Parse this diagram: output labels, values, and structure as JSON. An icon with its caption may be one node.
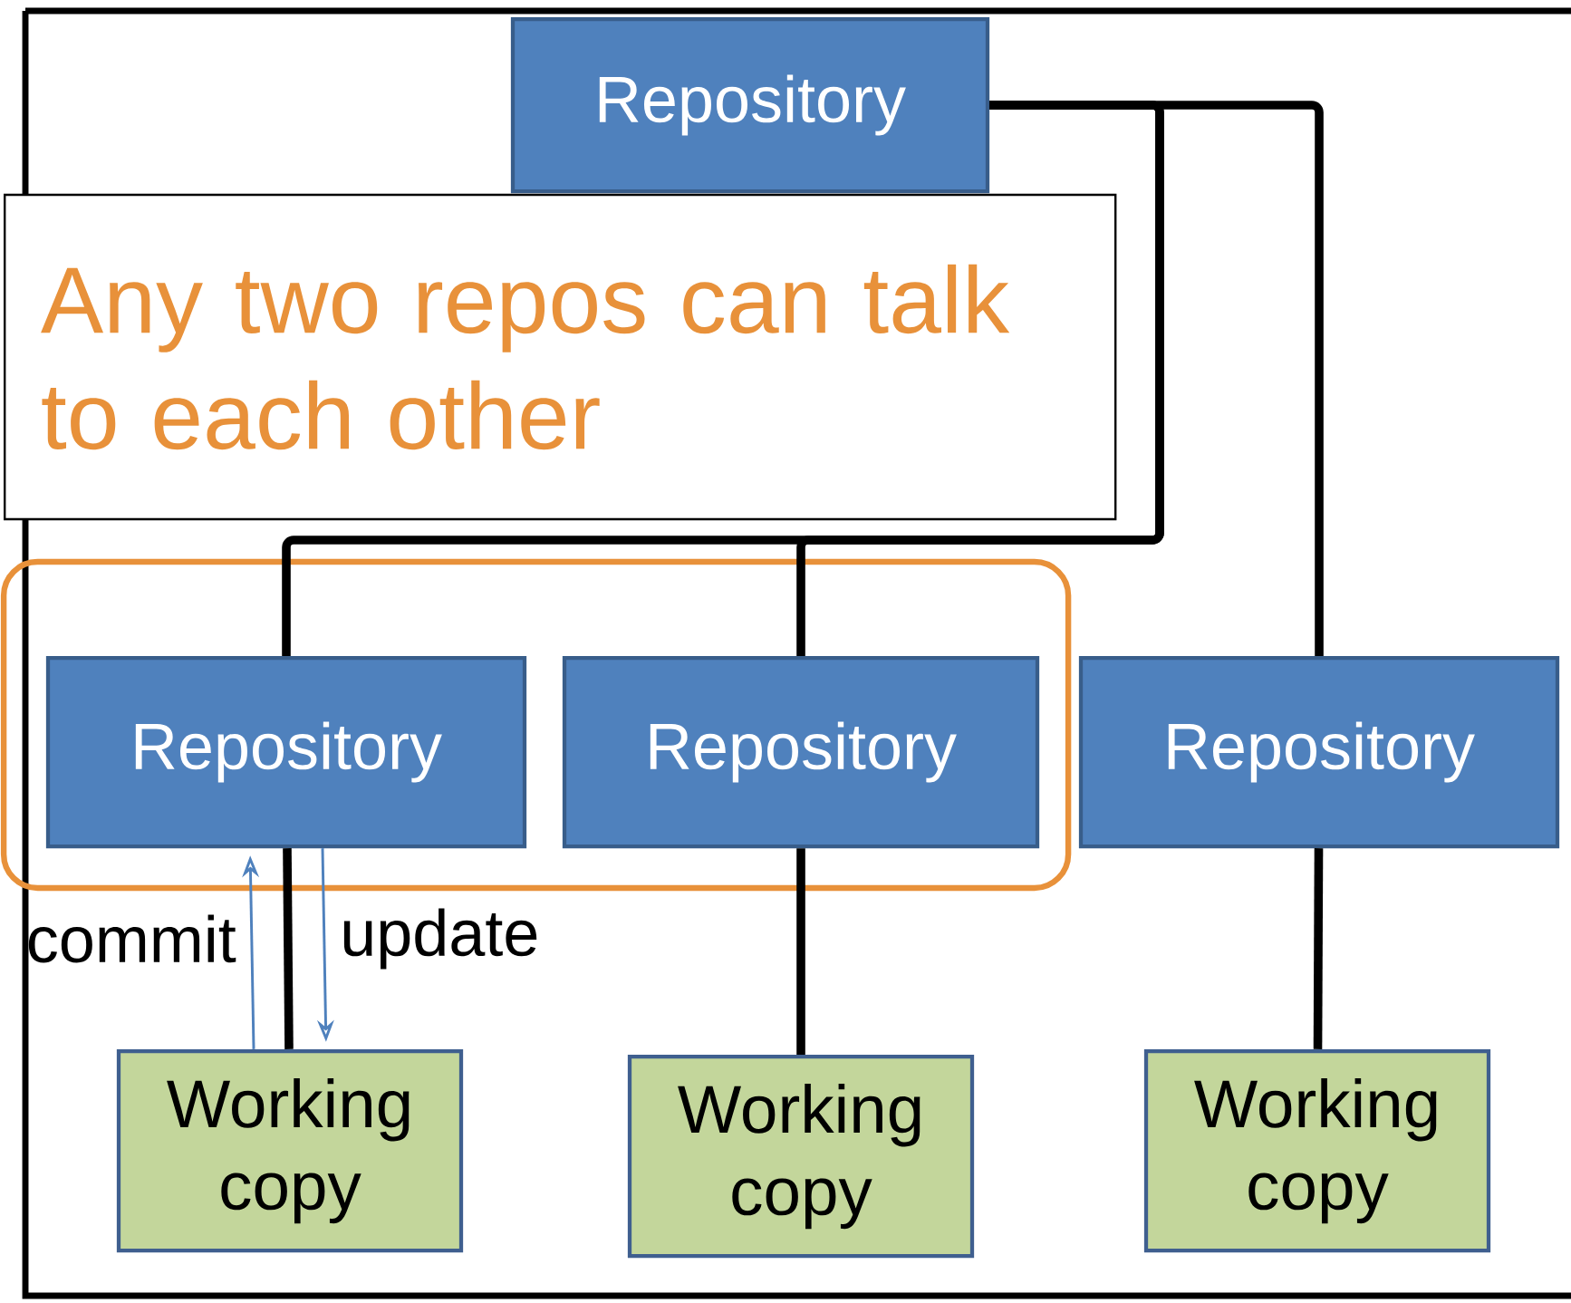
{
  "diagram": {
    "nodes": [
      {
        "text": [
          "Repository"
        ]
      },
      {
        "text": [
          "Any two repos can talk to each other"
        ]
      },
      {
        "text": [],
        "shape": "box"
      },
      {
        "text": [
          "Repository"
        ],
        "in": 2
      },
      {
        "text": [
          "Repository"
        ],
        "in": 2
      },
      {
        "text": [
          "Repository"
        ]
      },
      {
        "text": [
          "Working copy"
        ]
      },
      {
        "text": [
          "Working copy"
        ]
      },
      {
        "text": [
          "Working copy"
        ]
      }
    ],
    "edges": [
      {
        "from": 0,
        "to": 3,
        "arrow": "none"
      },
      {
        "from": 0,
        "to": 4,
        "arrow": "none"
      },
      {
        "from": 0,
        "to": 5,
        "arrow": "none"
      },
      {
        "from": 3,
        "to": 6,
        "arrow": "none"
      },
      {
        "from": 4,
        "to": 7,
        "arrow": "none"
      },
      {
        "from": 5,
        "to": 8,
        "arrow": "none"
      },
      {
        "from": 6,
        "to": 3,
        "arrow": "to",
        "label": "commit",
        "color": "#4f81bd"
      },
      {
        "from": 3,
        "to": 6,
        "arrow": "to",
        "label": "update",
        "color": "#4f81bd"
      }
    ]
  }
}
